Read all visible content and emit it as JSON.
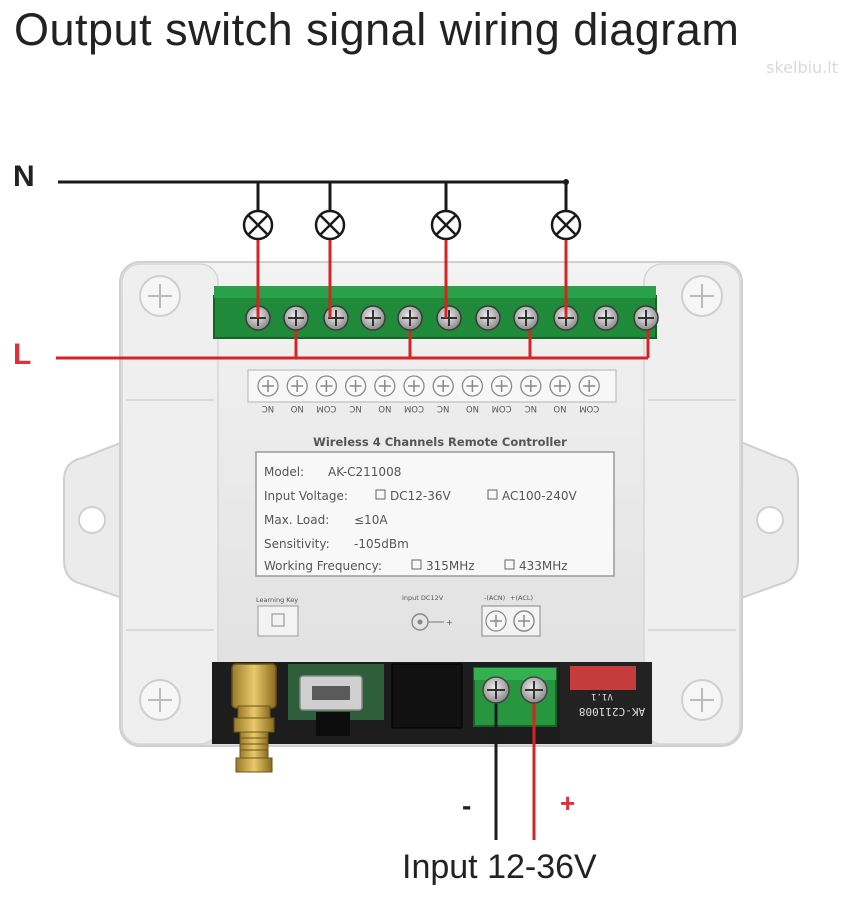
{
  "title": "Output switch signal wiring diagram",
  "watermark": "skelbiu.lt",
  "labels": {
    "neutral": "N",
    "live": "L",
    "minus": "-",
    "plus": "+",
    "input": "Input 12-36V"
  },
  "terminal_labels": [
    "NC",
    "NO",
    "COM",
    "NC",
    "NO",
    "COM",
    "NC",
    "NO",
    "COM",
    "NC",
    "NO",
    "COM"
  ],
  "controller": {
    "heading": "Wireless 4 Channels Remote Controller",
    "model_label": "Model:",
    "model_value": "AK-C211008",
    "voltage_label": "Input Voltage:",
    "voltage_opt1": "DC12-36V",
    "voltage_opt2": "AC100-240V",
    "load_label": "Max. Load:",
    "load_value": "≤10A",
    "sens_label": "Sensitivity:",
    "sens_value": "-105dBm",
    "freq_label": "Working Frequency:",
    "freq_opt1": "315MHz",
    "freq_opt2": "433MHz",
    "learning_key": "Learning Key",
    "input_dc": "Input DC12V",
    "gnd_label": "-(ACN)",
    "vcc_label": "+(ACL)",
    "board_code": "AK-C211008",
    "board_ver": "V1.1"
  },
  "colors": {
    "neutral_wire": "#1a1a1a",
    "live_wire": "#d62424",
    "label_live": "#e0303a",
    "label_plus": "#e0303a",
    "case": "#ececec",
    "terminal_block": "#1f8a3a"
  }
}
